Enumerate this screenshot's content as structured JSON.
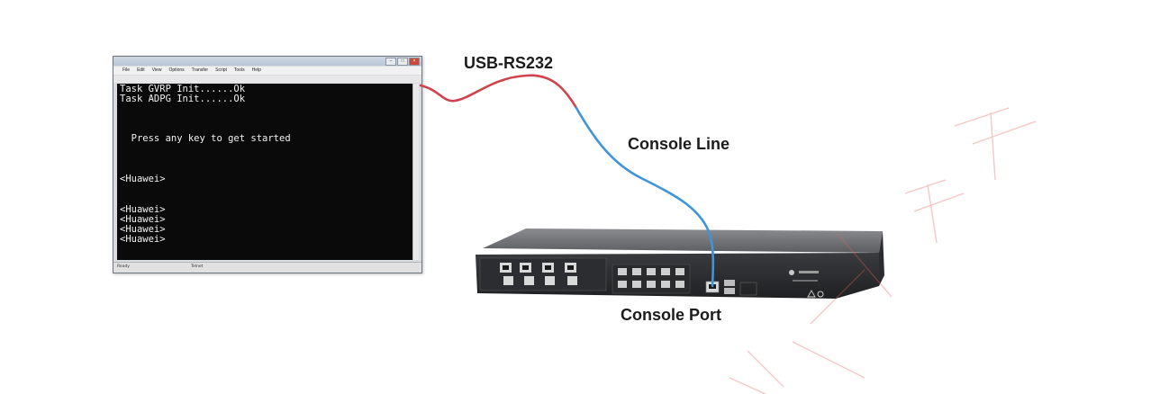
{
  "terminal": {
    "menu": [
      "File",
      "Edit",
      "View",
      "Options",
      "Transfer",
      "Script",
      "Tools",
      "Help"
    ],
    "lines": [
      "Task GVRP Init......Ok",
      "Task ADPG Init......Ok",
      "  Press any key to get started",
      "<Huawei>",
      "<Huawei>",
      "<Huawei>",
      "<Huawei>",
      "<Huawei>"
    ],
    "status": [
      "Ready",
      "Telnet"
    ]
  },
  "labels": {
    "usb": "USB-RS232",
    "console_line": "Console Line",
    "console_port": "Console Port"
  },
  "colors": {
    "usb_cable": "#d0434c",
    "console_cable": "#3f95d8",
    "watermark": "#e05f5f"
  }
}
